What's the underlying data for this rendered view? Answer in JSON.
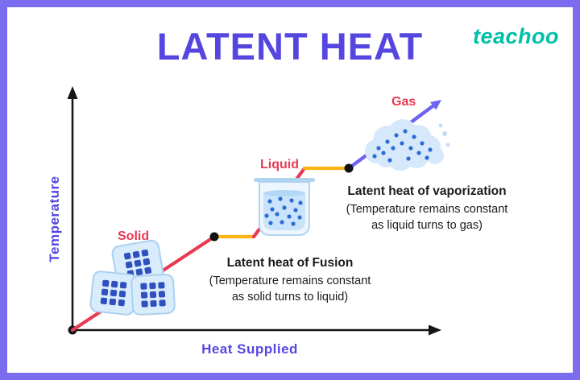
{
  "header": {
    "title": "LATENT HEAT",
    "logo_text": "teachoo"
  },
  "graph": {
    "y_axis_label": "Temperature",
    "x_axis_label": "Heat Supplied",
    "state_labels": {
      "solid": "Solid",
      "liquid": "Liquid",
      "gas": "Gas"
    },
    "annotations": {
      "fusion": {
        "title": "Latent heat of Fusion",
        "line1": "(Temperature remains constant",
        "line2": "as solid turns to liquid)"
      },
      "vaporization": {
        "title": "Latent heat of vaporization",
        "line1": "(Temperature remains constant",
        "line2": "as liquid turns to gas)"
      }
    }
  },
  "chart_data": {
    "type": "line",
    "qualitative": true,
    "title": "LATENT HEAT",
    "xlabel": "Heat Supplied",
    "ylabel": "Temperature",
    "segments": [
      {
        "stage": "Solid heating",
        "trend": "rising",
        "color": "#e93a53"
      },
      {
        "stage": "Latent heat of Fusion (solid turns to liquid)",
        "trend": "constant",
        "color": "#fcb515"
      },
      {
        "stage": "Liquid heating",
        "trend": "rising",
        "color": "#e93a53"
      },
      {
        "stage": "Latent heat of vaporization (liquid turns to gas)",
        "trend": "constant",
        "color": "#fcb515"
      },
      {
        "stage": "Gas heating",
        "trend": "rising",
        "color": "#6e63f1"
      }
    ]
  },
  "colors": {
    "border": "#7c6cf0",
    "title": "#5646e0",
    "logo": "#00bfa8",
    "heating_line": "#e93a53",
    "latent_line": "#fcb515",
    "gas_line": "#6e63f1",
    "axis": "#161616",
    "axis_label": "#5646e0",
    "state_label": "#e93a53",
    "annotation_text": "#1b1b1b",
    "node_dot": "#111111",
    "ice_fill": "#d9ecfc",
    "ice_stroke": "#abd0f0",
    "solid_particle": "#3050c0",
    "water_fill": "#c9e4fa",
    "beaker_stroke": "#b0d3f0",
    "liquid_particle": "#2e6bd6",
    "cloud_fill": "#d6e9fb"
  }
}
